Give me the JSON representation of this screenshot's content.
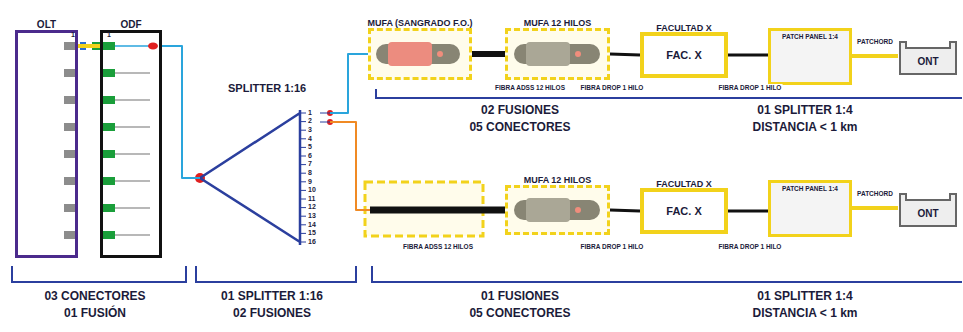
{
  "diagram": {
    "nodes": [
      {
        "text": [
          "OLT"
        ]
      },
      {
        "text": [
          "ODF"
        ]
      },
      {
        "text": [
          "SPLITTER 1:16"
        ]
      },
      {
        "text": [
          "MUFA (SANGRADO F.O.)"
        ]
      },
      {
        "text": [
          "MUFA 12 HILOS"
        ]
      },
      {
        "text": [
          "FACULTAD X",
          "FAC. X"
        ]
      },
      {
        "text": [
          "PATCH PANEL 1:4"
        ]
      },
      {
        "text": [
          "ONT"
        ]
      },
      {
        "text": [
          "MUFA 12 HILOS"
        ]
      },
      {
        "text": [
          "FACULTAD X",
          "FAC. X"
        ]
      },
      {
        "text": [
          "PATCH PANEL 1:4"
        ]
      },
      {
        "text": [
          "ONT"
        ]
      }
    ],
    "edges": [
      {
        "from": 0,
        "to": 1,
        "arrow": "none"
      },
      {
        "from": 1,
        "to": 2,
        "arrow": "none"
      },
      {
        "from": 2,
        "to": 3,
        "arrow": "none"
      },
      {
        "from": 3,
        "to": 4,
        "label": "FIBRA ADSS 12 HILOS",
        "arrow": "none"
      },
      {
        "from": 4,
        "to": 5,
        "label": "FIBRA DROP 1 HILO",
        "arrow": "none"
      },
      {
        "from": 5,
        "to": 6,
        "label": "FIBRA DROP 1 HILO",
        "arrow": "none"
      },
      {
        "from": 6,
        "to": 7,
        "label": "PATCHORD",
        "arrow": "none"
      },
      {
        "from": 2,
        "to": 8,
        "label": "FIBRA ADSS 12 HILOS",
        "arrow": "none"
      },
      {
        "from": 8,
        "to": 9,
        "label": "FIBRA DROP 1 HILO",
        "arrow": "none"
      },
      {
        "from": 9,
        "to": 10,
        "label": "FIBRA DROP 1 HILO",
        "arrow": "none"
      },
      {
        "from": 10,
        "to": 11,
        "label": "PATCHORD",
        "arrow": "none"
      }
    ],
    "labels": [
      "1",
      "1",
      "1",
      "2",
      "3",
      "4",
      "5",
      "6",
      "7",
      "8",
      "9",
      "10",
      "11",
      "12",
      "13",
      "14",
      "15",
      "16",
      "02 FUSIONES",
      "05 CONECTORES",
      "01 SPLITTER 1:4",
      "DISTANCIA < 1 km",
      "03 CONECTORES",
      "01 FUSIÓN",
      "01 SPLITTER 1:16",
      "02 FUSIONES",
      "01 FUSIONES",
      "05 CONECTORES",
      "01 SPLITTER 1:4",
      "DISTANCIA < 1 km"
    ]
  }
}
